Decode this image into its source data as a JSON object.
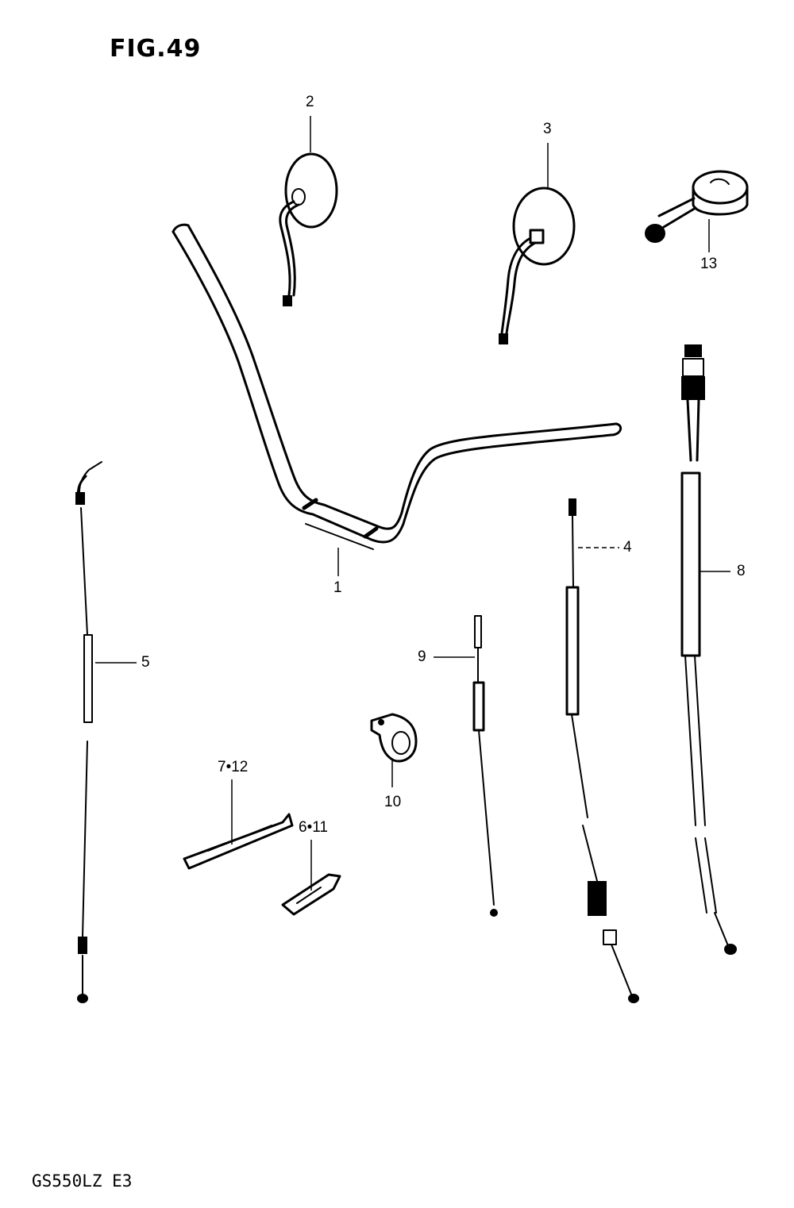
{
  "figure": {
    "title": "FIG.49",
    "model_code": "GS550LZ  E3"
  },
  "callouts": [
    {
      "id": "1",
      "label": "1"
    },
    {
      "id": "2",
      "label": "2"
    },
    {
      "id": "3",
      "label": "3"
    },
    {
      "id": "4",
      "label": "4"
    },
    {
      "id": "5",
      "label": "5"
    },
    {
      "id": "6-11",
      "label": "6•11"
    },
    {
      "id": "7-12",
      "label": "7•12"
    },
    {
      "id": "8",
      "label": "8"
    },
    {
      "id": "9",
      "label": "9"
    },
    {
      "id": "10",
      "label": "10"
    },
    {
      "id": "13",
      "label": "13"
    }
  ]
}
